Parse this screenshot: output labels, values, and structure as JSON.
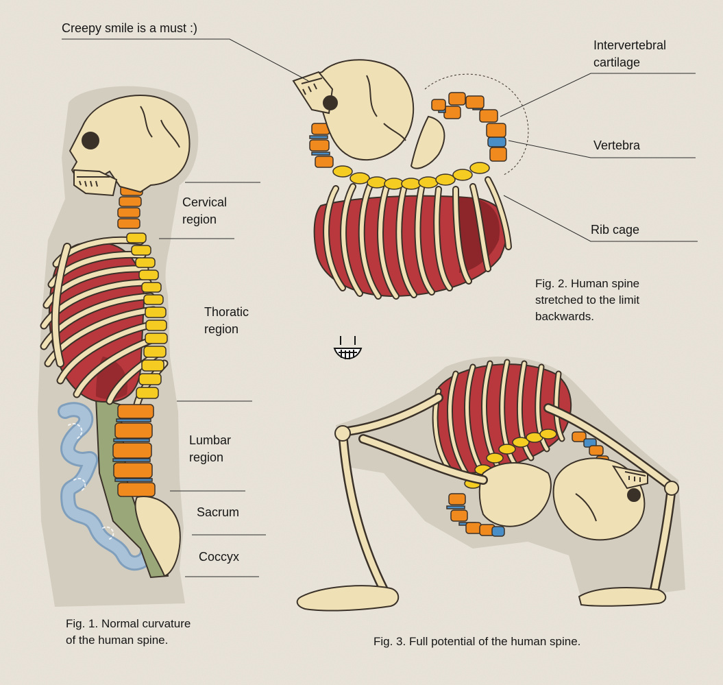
{
  "labels": {
    "creepy_smile": "Creepy smile is a must :)",
    "cervical": "Cervical\nregion",
    "thoratic": "Thoratic\nregion",
    "lumbar": "Lumbar\nregion",
    "sacrum": "Sacrum",
    "coccyx": "Coccyx",
    "intervertebral": "Intervertebral\ncartilage",
    "vertebra": "Vertebra",
    "rib_cage": "Rib cage"
  },
  "captions": {
    "fig1": "Fig. 1. Normal curvature\nof the human spine.",
    "fig2": "Fig. 2. Human spine\nstretched to the limit\nbackwards.",
    "fig3": "Fig. 3. Full potential of the human spine."
  },
  "colors": {
    "background": "#ebe6dc",
    "shadow": "#d3cdbf",
    "bone": "#efe0b5",
    "outline": "#3a3128",
    "lung": "#b8383e",
    "lung_dark": "#7a1f22",
    "vertebra_orange": "#f08a1e",
    "vertebra_yellow": "#f4cc22",
    "cartilage_blue": "#4a8ec8",
    "intestine": "#a9c2d8",
    "colon": "#9aa879"
  }
}
